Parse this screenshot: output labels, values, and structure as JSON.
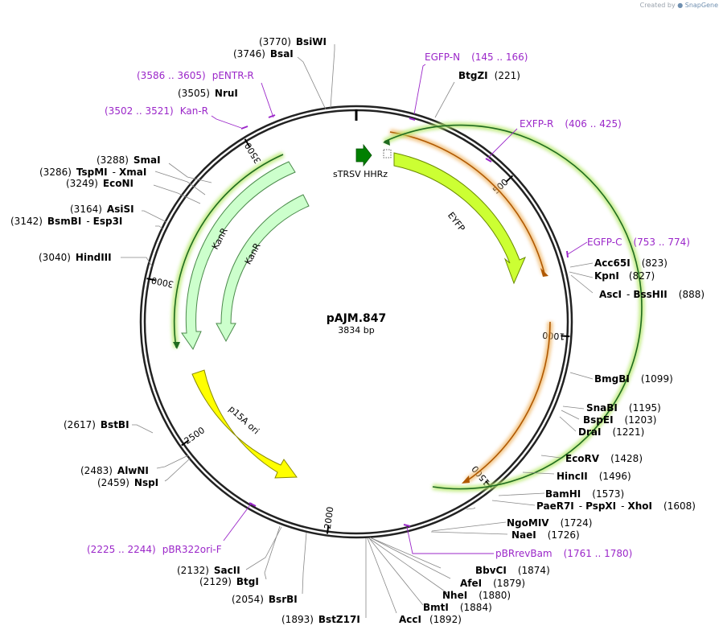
{
  "credit": {
    "prefix": "Created by",
    "brand": "SnapGene"
  },
  "plasmid": {
    "name": "pAJM.847",
    "size_label": "3834 bp",
    "length": 3834
  },
  "ticks": [
    "500",
    "1000",
    "1500",
    "2000",
    "2500",
    "3000",
    "3500"
  ],
  "features": [
    {
      "name": "sTRSV HHRz",
      "color": "#008000"
    },
    {
      "name": "EYFP",
      "color": "#ccff33"
    },
    {
      "name": "KanR",
      "color": "#ccffcc"
    },
    {
      "name": "KanR",
      "color": "#ccffcc"
    },
    {
      "name": "p15A ori",
      "color": "#ffff00"
    }
  ],
  "sites": {
    "bsiwi": {
      "pos": "(3770)",
      "name": "BsiWI"
    },
    "bsai": {
      "pos": "(3746)",
      "name": "BsaI"
    },
    "egfpn": {
      "pos": "(145 .. 166)",
      "name": "EGFP-N"
    },
    "bgtzi": {
      "pos": "(221)",
      "name": "BtgZI"
    },
    "pentr": {
      "pos": "(3586 .. 3605)",
      "name": "pENTR-R"
    },
    "nrui": {
      "pos": "(3505)",
      "name": "NruI"
    },
    "kanr_p": {
      "pos": "(3502 .. 3521)",
      "name": "Kan-R"
    },
    "exfpr": {
      "pos": "(406 .. 425)",
      "name": "EXFP-R"
    },
    "smai": {
      "pos": "(3288)",
      "name": "SmaI"
    },
    "tspmi": {
      "pos": "(3286)",
      "name1": "TspMI",
      "sep": "-",
      "name2": "XmaI"
    },
    "econi": {
      "pos": "(3249)",
      "name": "EcoNI"
    },
    "asisi": {
      "pos": "(3164)",
      "name": "AsiSI"
    },
    "bsmbi": {
      "pos": "(3142)",
      "name1": "BsmBI",
      "sep": "-",
      "name2": "Esp3I"
    },
    "egfpc": {
      "pos": "(753 .. 774)",
      "name": "EGFP-C"
    },
    "hindiii": {
      "pos": "(3040)",
      "name": "HindIII"
    },
    "acc65i": {
      "pos": "(823)",
      "name": "Acc65I"
    },
    "kpni": {
      "pos": "(827)",
      "name": "KpnI"
    },
    "asci": {
      "pos": "(888)",
      "name1": "AscI",
      "sep": "-",
      "name2": "BssHII"
    },
    "bmgbi": {
      "pos": "(1099)",
      "name": "BmgBI"
    },
    "snabi": {
      "pos": "(1195)",
      "name": "SnaBI"
    },
    "bspei": {
      "pos": "(1203)",
      "name": "BspEI"
    },
    "drai": {
      "pos": "(1221)",
      "name": "DraI"
    },
    "bstbi": {
      "pos": "(2617)",
      "name": "BstBI"
    },
    "ecorv": {
      "pos": "(1428)",
      "name": "EcoRV"
    },
    "hincii": {
      "pos": "(1496)",
      "name": "HincII"
    },
    "alwni": {
      "pos": "(2483)",
      "name": "AlwNI"
    },
    "nspi": {
      "pos": "(2459)",
      "name": "NspI"
    },
    "bamhi": {
      "pos": "(1573)",
      "name": "BamHI"
    },
    "paer7i": {
      "pos": "(1608)",
      "name1": "PaeR7I",
      "sep": "-",
      "name2": "PspXI",
      "sep2": "-",
      "name3": "XhoI"
    },
    "ngomiv": {
      "pos": "(1724)",
      "name": "NgoMIV"
    },
    "naei": {
      "pos": "(1726)",
      "name": "NaeI"
    },
    "pbr322": {
      "pos": "(2225 .. 2244)",
      "name": "pBR322ori-F"
    },
    "pbrrev": {
      "pos": "(1761 .. 1780)",
      "name": "pBRrevBam"
    },
    "sacii": {
      "pos": "(2132)",
      "name": "SacII"
    },
    "btgi": {
      "pos": "(2129)",
      "name": "BtgI"
    },
    "bbvci": {
      "pos": "(1874)",
      "name": "BbvCI"
    },
    "afei": {
      "pos": "(1879)",
      "name": "AfeI"
    },
    "nhei": {
      "pos": "(1880)",
      "name": "NheI"
    },
    "bsrbi": {
      "pos": "(2054)",
      "name": "BsrBI"
    },
    "bmti": {
      "pos": "(1884)",
      "name": "BmtI"
    },
    "bstz17i": {
      "pos": "(1893)",
      "name": "BstZ17I"
    },
    "acci": {
      "pos": "(1892)",
      "name": "AccI"
    }
  }
}
